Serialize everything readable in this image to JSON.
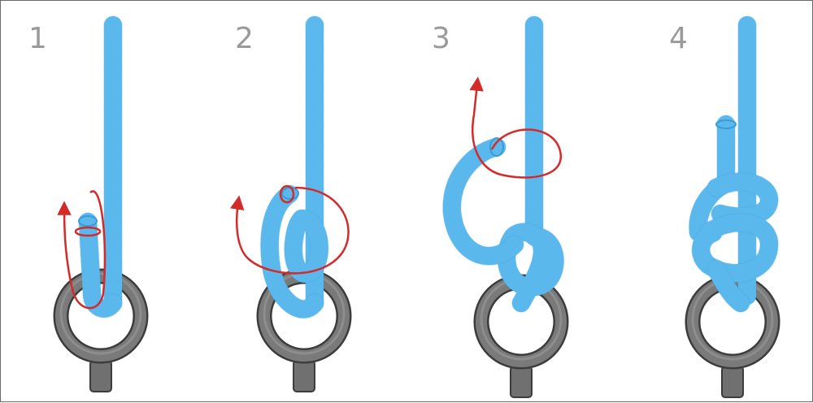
{
  "steps": [
    {
      "number": "1"
    },
    {
      "number": "2"
    },
    {
      "number": "3"
    },
    {
      "number": "4"
    }
  ],
  "colors": {
    "rope": "#5bb8ec",
    "rope_highlight": "#d9f0fb",
    "rope_outline": "#3a9bd8",
    "arrow": "#d42a2a",
    "ring": "#707070",
    "ring_outline": "#3c3c3c",
    "step_number": "#9a9a9a",
    "border": "#6a6a6a"
  },
  "icons": [
    "rope-icon",
    "ring-icon",
    "arrow-icon"
  ]
}
